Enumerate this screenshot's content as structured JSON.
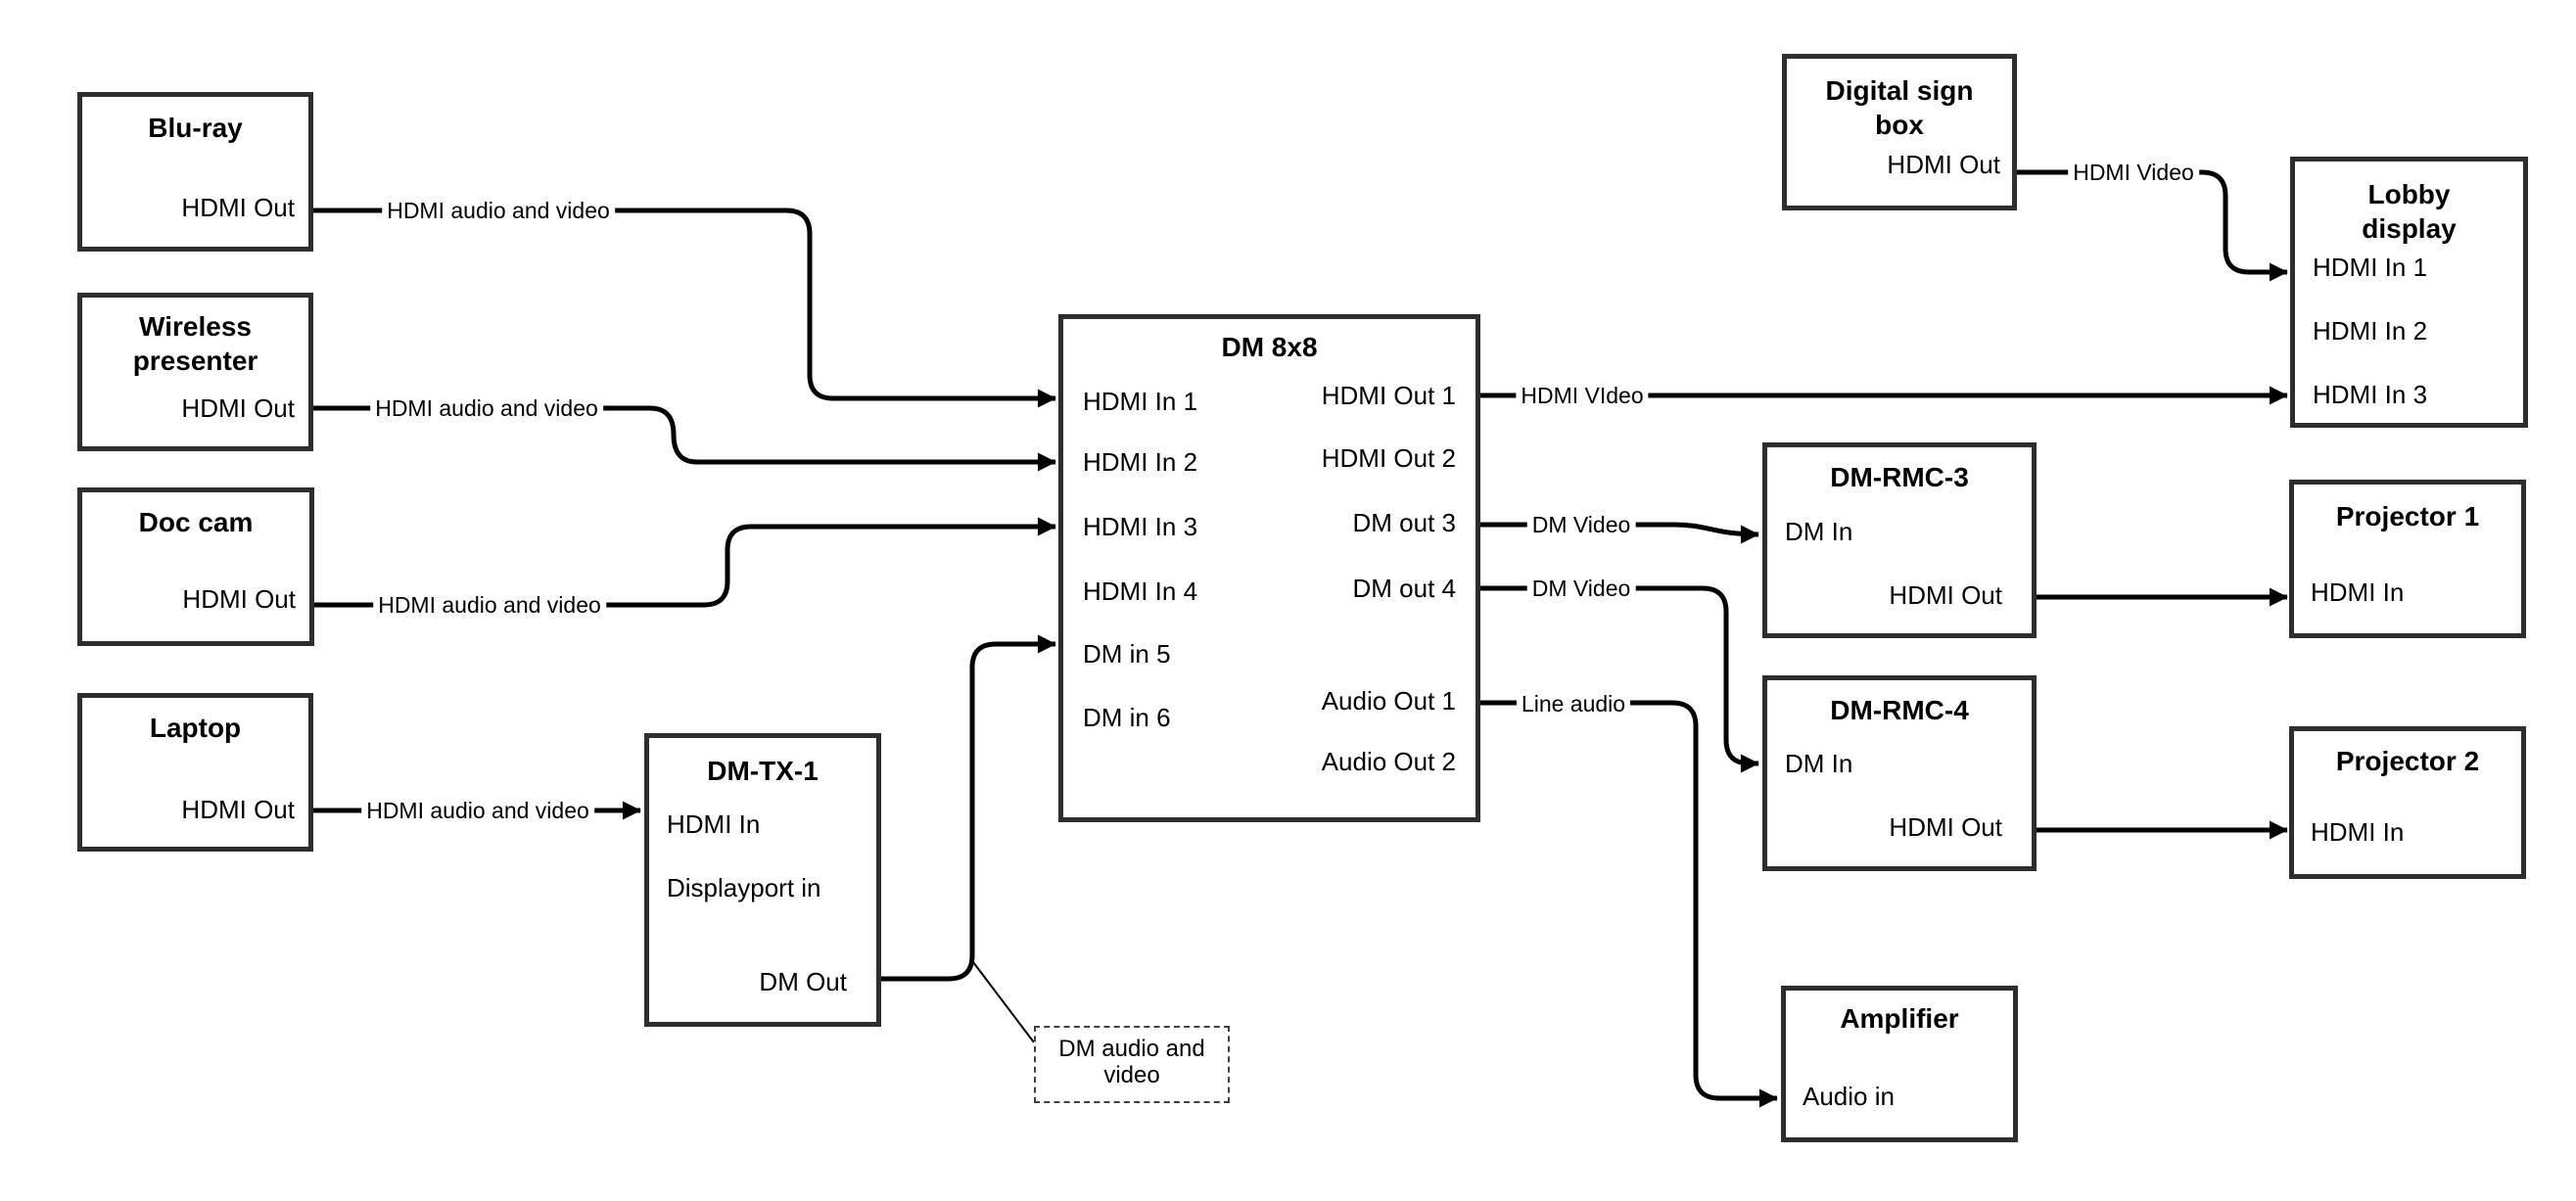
{
  "nodes": {
    "bluray": {
      "title": "Blu-ray",
      "port": "HDMI Out"
    },
    "wireless": {
      "title": "Wireless presenter",
      "port": "HDMI Out"
    },
    "doccam": {
      "title": "Doc cam",
      "port": "HDMI Out"
    },
    "laptop": {
      "title": "Laptop",
      "port": "HDMI Out"
    },
    "dmtx1": {
      "title": "DM-TX-1",
      "hdmi_in": "HDMI In",
      "dp_in": "Displayport in",
      "dm_out": "DM Out"
    },
    "dm8x8": {
      "title": "DM 8x8",
      "inputs": [
        "HDMI In 1",
        "HDMI In 2",
        "HDMI In 3",
        "HDMI In 4",
        "DM in 5",
        "DM in 6"
      ],
      "outputs": [
        "HDMI Out 1",
        "HDMI Out 2",
        "DM out 3",
        "DM out 4",
        "Audio Out 1",
        "Audio Out 2"
      ]
    },
    "signbox": {
      "title": "Digital sign box",
      "port": "HDMI Out"
    },
    "lobby": {
      "title": "Lobby display",
      "ports": [
        "HDMI In 1",
        "HDMI In 2",
        "HDMI In 3"
      ]
    },
    "rmc3": {
      "title": "DM-RMC-3",
      "dm_in": "DM In",
      "hdmi_out": "HDMI Out"
    },
    "proj1": {
      "title": "Projector 1",
      "port": "HDMI In"
    },
    "rmc4": {
      "title": "DM-RMC-4",
      "dm_in": "DM In",
      "hdmi_out": "HDMI Out"
    },
    "proj2": {
      "title": "Projector 2",
      "port": "HDMI In"
    },
    "amp": {
      "title": "Amplifier",
      "port": "Audio in"
    }
  },
  "edge_labels": {
    "bluray_in1": "HDMI audio and video",
    "wireless_in2": "HDMI audio and video",
    "doccam_in3": "HDMI audio and video",
    "laptop_tx": "HDMI audio and video",
    "out1_lobby": "HDMI VIdeo",
    "sign_lobby": "HDMI Video",
    "out3_rmc3": "DM Video",
    "out4_rmc4": "DM Video",
    "audio1_amp": "Line audio"
  },
  "note": {
    "text": "DM audio and video"
  },
  "colors": {
    "background": "#ffffff",
    "box_border": "#2e2e2e",
    "wire": "#000000",
    "text": "#000000"
  }
}
